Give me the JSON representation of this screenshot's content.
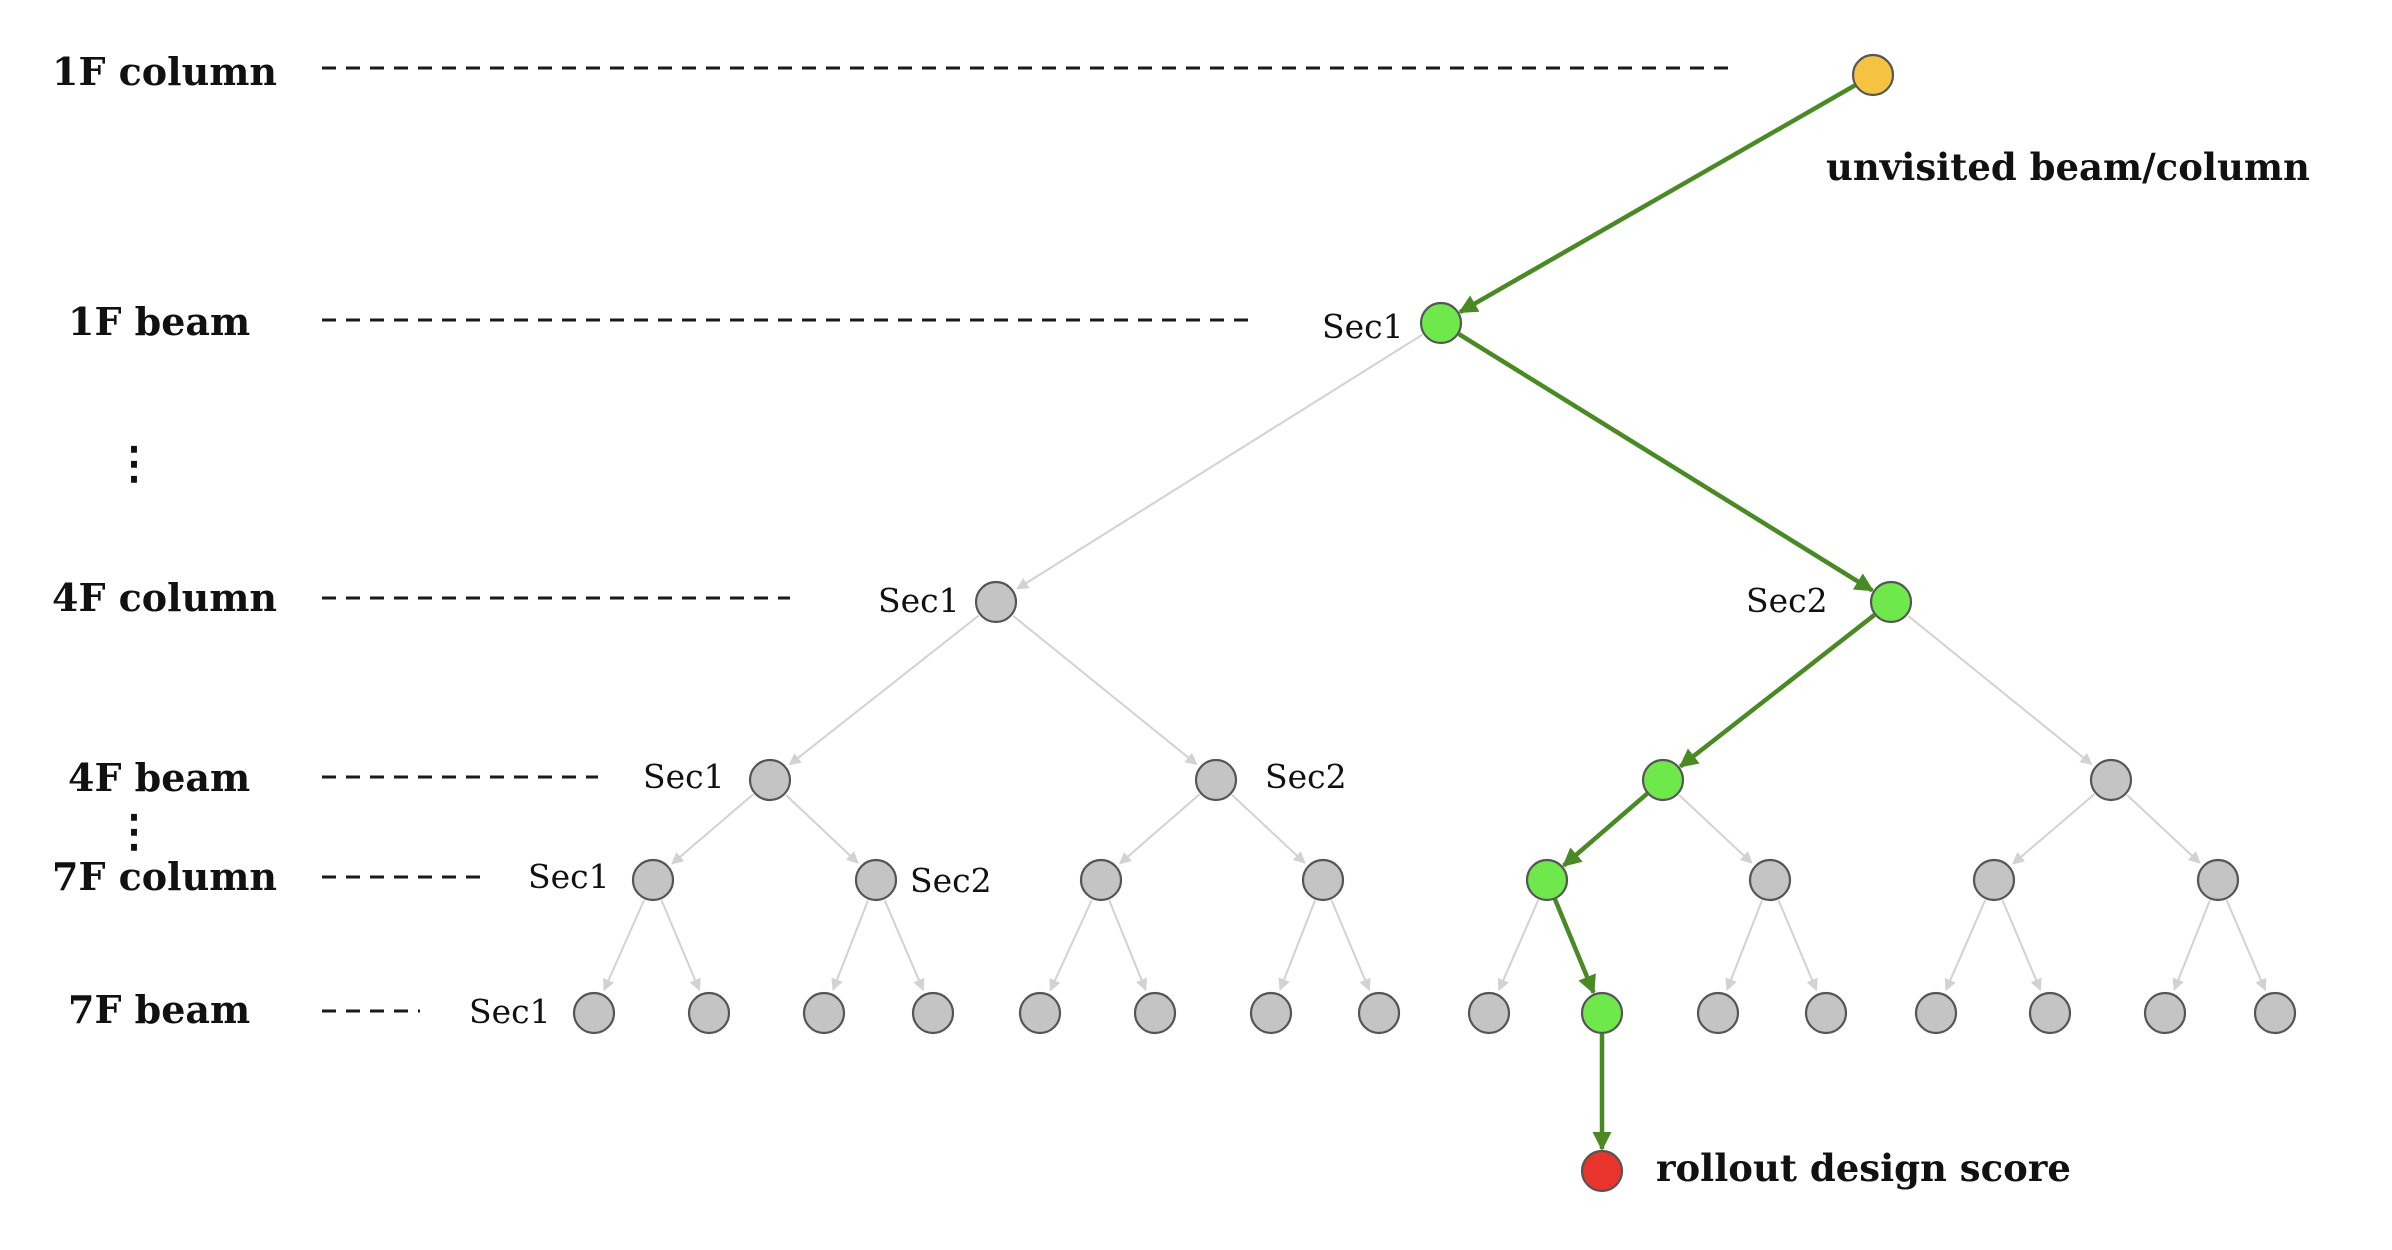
{
  "levels": [
    {
      "id": "1f-column",
      "label": "1F column"
    },
    {
      "id": "1f-beam",
      "label": "1F beam"
    },
    {
      "id": "4f-column",
      "label": "4F column"
    },
    {
      "id": "4f-beam",
      "label": "4F beam"
    },
    {
      "id": "7f-column",
      "label": "7F column"
    },
    {
      "id": "7f-beam",
      "label": "7F beam"
    }
  ],
  "ellipsis": [
    "⋮",
    "⋮"
  ],
  "section_labels": {
    "root_child_sec1": "Sec1",
    "f4col_sec1": "Sec1",
    "f4col_sec2": "Sec2",
    "f4beam_sec1": "Sec1",
    "f4beam_sec2": "Sec2",
    "f7col_sec1": "Sec1",
    "f7col_sec2": "Sec2",
    "f7beam_sec1": "Sec1"
  },
  "annotations": {
    "root": "unvisited beam/column",
    "rollout": "rollout design score"
  },
  "colors": {
    "unvisited": "#f5c242",
    "selected_path": "#6ee84a",
    "unexplored": "#c4c4c4",
    "rollout": "#e8342a",
    "path_edge": "#4a8a24",
    "tree_edge": "#d2d2d2"
  }
}
